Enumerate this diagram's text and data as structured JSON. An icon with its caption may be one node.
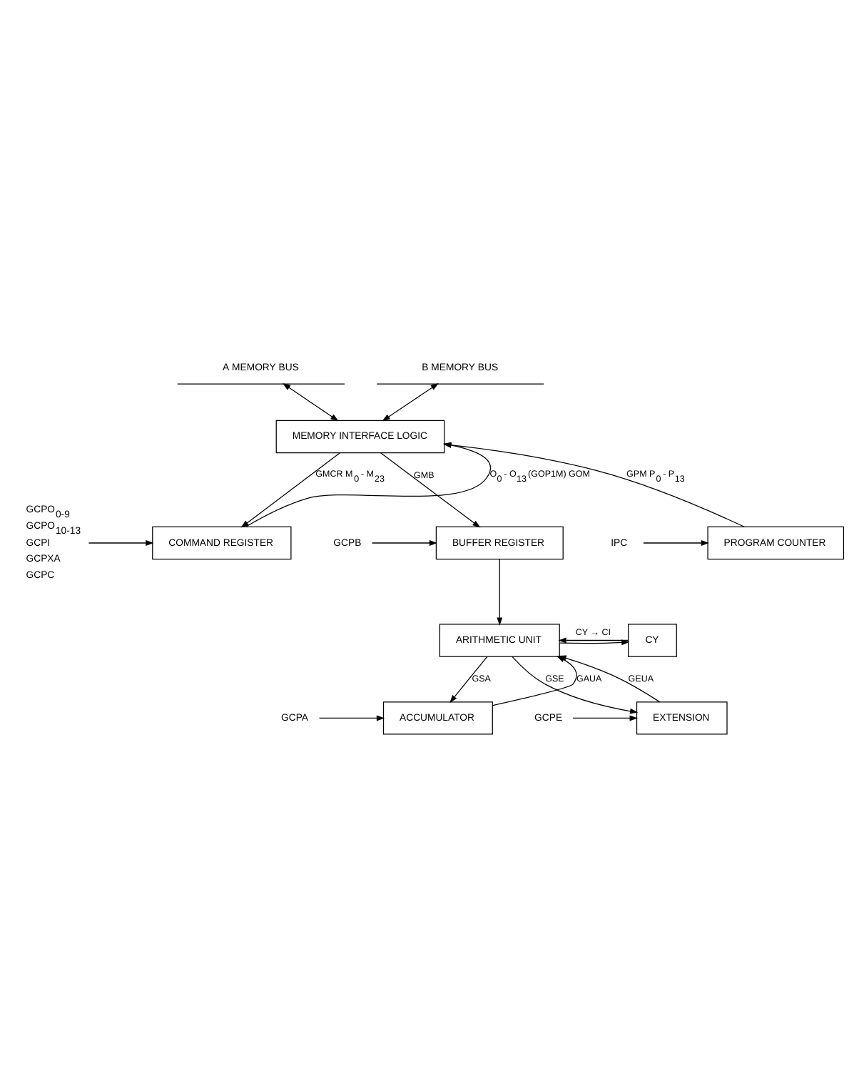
{
  "diagram": {
    "nodes": [
      {
        "text": [
          "A MEMORY BUS"
        ]
      },
      {
        "text": [
          "B MEMORY BUS"
        ]
      },
      {
        "text": [
          "MEMORY INTERFACE LOGIC"
        ]
      },
      {
        "text": [
          "COMMAND REGISTER"
        ]
      },
      {
        "text": [
          "PROGRAM COUNTER"
        ]
      },
      {
        "text": [
          "IPC"
        ]
      },
      {
        "text": [
          "GCPO$_{0-9}$",
          "GCPO$_{10-13}$",
          "GCPI",
          "GCPXA",
          "GCPC"
        ]
      },
      {
        "text": [
          "BUFFER REGISTER"
        ]
      },
      {
        "text": [
          "GCPB"
        ]
      },
      {
        "text": [
          "CY"
        ]
      },
      {
        "text": [
          "ARITHMETIC UNIT"
        ]
      },
      {
        "text": [
          "ACCUMULATOR"
        ]
      },
      {
        "text": [
          "GCPA"
        ]
      },
      {
        "text": [
          "EXTENSION"
        ]
      },
      {
        "text": [
          "GCPE"
        ]
      }
    ],
    "edges": [
      {
        "from": 2,
        "to": 0,
        "arrow": "both"
      },
      {
        "from": 2,
        "to": 1,
        "arrow": "both"
      },
      {
        "from": 2,
        "to": 3,
        "arrow": "to",
        "label": "GMCR M$_{0}$ - M$_{23}$"
      },
      {
        "from": 3,
        "to": 2,
        "arrow": "to",
        "label": "O$_{0}$ - O$_{13}$ (GOP1M) GOM"
      },
      {
        "from": 4,
        "to": 2,
        "arrow": "to",
        "label": "GPM P$_{0}$ - P$_{13}$"
      },
      {
        "from": 5,
        "to": 4,
        "arrow": "to"
      },
      {
        "from": 6,
        "to": 3,
        "arrow": "to"
      },
      {
        "from": 2,
        "to": 7,
        "arrow": "to",
        "label": "GMB"
      },
      {
        "from": 8,
        "to": 7,
        "arrow": "to"
      },
      {
        "from": 7,
        "to": 10,
        "arrow": "to"
      },
      {
        "from": 10,
        "to": 9,
        "arrow": "to"
      },
      {
        "from": 9,
        "to": 10,
        "arrow": "to",
        "label": "CY → CI"
      },
      {
        "from": 10,
        "to": 11,
        "arrow": "to",
        "label": "GSA"
      },
      {
        "from": 11,
        "to": 10,
        "arrow": "to",
        "label": "GAUA"
      },
      {
        "from": 10,
        "to": 13,
        "arrow": "to",
        "label": "GSE"
      },
      {
        "from": 13,
        "to": 10,
        "arrow": "to",
        "label": "GEUA"
      },
      {
        "from": 12,
        "to": 11,
        "arrow": "to"
      },
      {
        "from": 14,
        "to": 13,
        "arrow": "to"
      }
    ]
  }
}
